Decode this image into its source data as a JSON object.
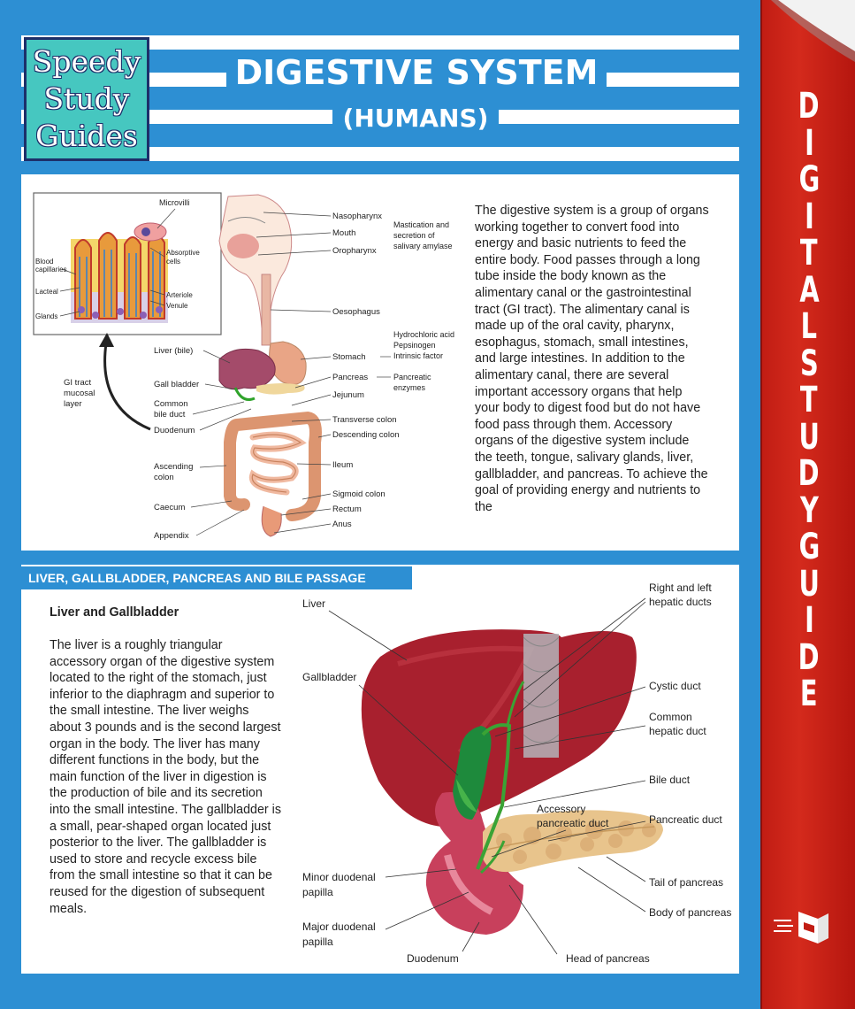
{
  "brand": {
    "line1": "Speedy",
    "line2": "Study",
    "line3": "Guides"
  },
  "title": {
    "main": "DIGESTIVE SYSTEM",
    "sub": "(HUMANS)"
  },
  "spine": {
    "letters": [
      "D",
      "I",
      "G",
      "I",
      "T",
      "A",
      "L",
      "S",
      "T",
      "U",
      "D",
      "Y",
      "G",
      "U",
      "I",
      "D",
      "E"
    ]
  },
  "intro_text": "The digestive system is a group of organs working together to convert food into energy and basic nutrients to feed the entire body. Food passes through a long tube inside the body known as the alimentary canal or the gastrointestinal tract (GI tract). The alimentary canal is made up of the oral cavity, pharynx, esophagus, stomach, small intestines, and large intestines. In addition to the alimentary canal, there are several important accessory organs that help your body to digest food but do not have food pass through them. Accessory organs of the digestive system include the teeth, tongue, salivary glands, liver, gallbladder, and pancreas. To achieve the goal of providing energy and nutrients to the",
  "diagram1": {
    "inset": {
      "microvilli": "Microvilli",
      "absorptive1": "Absorptive",
      "absorptive2": "cells",
      "blood1": "Blood",
      "blood2": "capillaries",
      "lacteal": "Lacteal",
      "arteriole": "Arteriole",
      "venule": "Venule",
      "glands": "Glands"
    },
    "gi1": "GI tract",
    "gi2": "mucosal",
    "gi3": "layer",
    "left": {
      "liver": "Liver (bile)",
      "gall": "Gall bladder",
      "common1": "Common",
      "common2": "bile duct",
      "duodenum": "Duodenum",
      "ascending1": "Ascending",
      "ascending2": "colon",
      "caecum": "Caecum",
      "appendix": "Appendix"
    },
    "right": {
      "nasopharynx": "Nasopharynx",
      "mouth": "Mouth",
      "oropharynx": "Oropharynx",
      "oesophagus": "Oesophagus",
      "stomach": "Stomach",
      "pancreas": "Pancreas",
      "jejunum": "Jejunum",
      "transverse": "Transverse colon",
      "descending": "Descending colon",
      "ileum": "Ileum",
      "sigmoid": "Sigmoid colon",
      "rectum": "Rectum",
      "anus": "Anus"
    },
    "notes": {
      "mast1": "Mastication and",
      "mast2": "secretion of",
      "mast3": "salivary amylase",
      "hcl1": "Hydrochloric acid",
      "hcl2": "Pepsinogen",
      "hcl3": "Intrinsic factor",
      "panc1": "Pancreatic",
      "panc2": "enzymes"
    }
  },
  "section": {
    "header": "LIVER, GALLBLADDER, PANCREAS AND BILE PASSAGE",
    "heading": "Liver and Gallbladder",
    "body": "The liver is a roughly triangular accessory organ of the digestive system located to the right of the stomach, just inferior to the diaphragm and superior to the small intestine. The liver weighs about 3 pounds and is the second largest organ in the body. The liver has many different functions in the body, but the main function of the liver in digestion is the production of bile and its secretion into the small intestine. The gallbladder is a small, pear-shaped organ located just posterior to the liver. The gallbladder is used to store and recycle excess bile from the small intestine so that it can be reused for the digestion of subsequent meals."
  },
  "diagram2": {
    "liver": "Liver",
    "gallbladder": "Gallbladder",
    "minor1": "Minor duodenal",
    "minor2": "papilla",
    "major1": "Major duodenal",
    "major2": "papilla",
    "duodenum": "Duodenum",
    "head": "Head of pancreas",
    "hepatic1": "Right and left",
    "hepatic2": "hepatic ducts",
    "cystic": "Cystic duct",
    "common1": "Common",
    "common2": "hepatic duct",
    "bile": "Bile duct",
    "acc1": "Accessory",
    "acc2": "pancreatic duct",
    "pancreatic": "Pancreatic duct",
    "tail": "Tail of pancreas",
    "body": "Body of pancreas"
  },
  "colors": {
    "background": "#2d8fd3",
    "spine": "#c11d14",
    "logo": "#46c7c0",
    "liver": "#a8202e",
    "pancreas": "#e8c48c",
    "bile": "#3aa335"
  }
}
